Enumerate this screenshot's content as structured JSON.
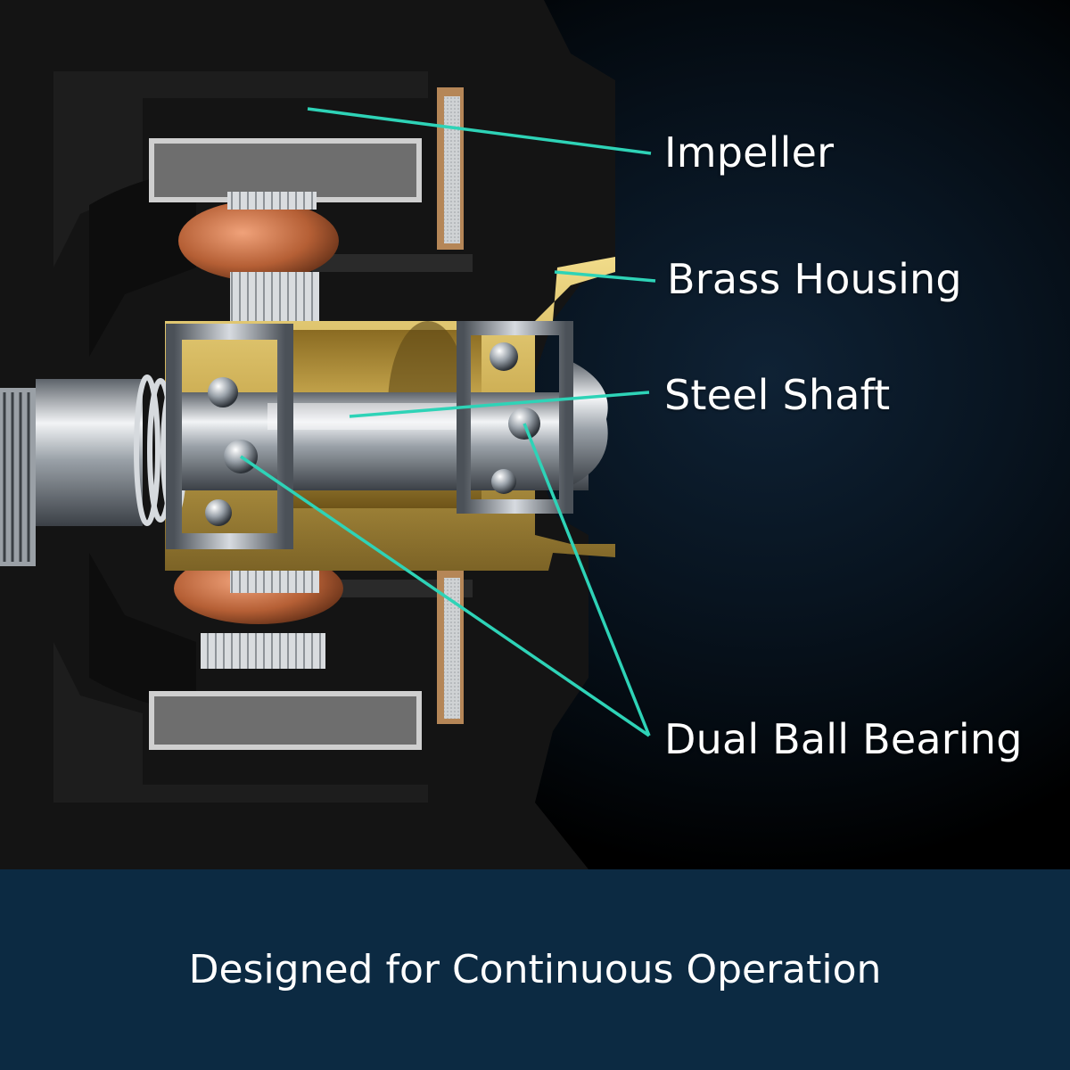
{
  "labels": {
    "impeller": "Impeller",
    "brass_housing": "Brass Housing",
    "steel_shaft": "Steel Shaft",
    "dual_ball_bearing": "Dual Ball Bearing"
  },
  "footer": {
    "text": "Designed for Continuous Operation"
  },
  "colors": {
    "leader_line": "#2ed3b7",
    "footer_bg": "#0c2a42",
    "brass": "#e6cf7a",
    "copper": "#c9724a",
    "steel": "#c9ced4"
  }
}
